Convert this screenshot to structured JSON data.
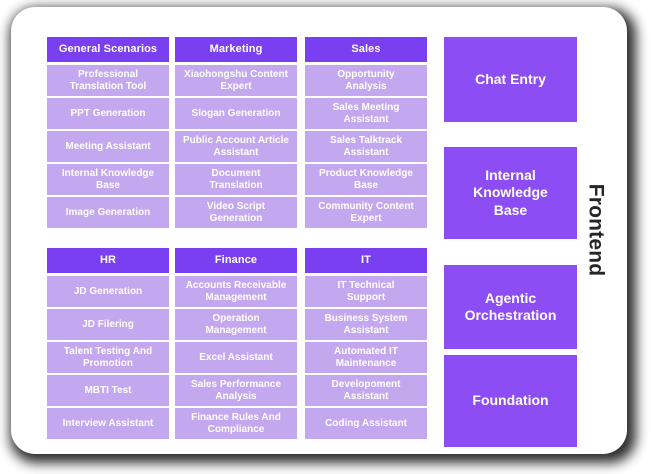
{
  "colors": {
    "header_purple": "#7B3FF2",
    "item_purple": "#C3A8F0",
    "layer_purple": "#8C4DF5",
    "card_background": "#FFFFFF",
    "label_text": "#262626"
  },
  "side_label": {
    "text": "Frontend"
  },
  "categories": [
    {
      "title": "General Scenarios",
      "items": [
        "Professional\nTranslation Tool",
        "PPT Generation",
        "Meeting Assistant",
        "Internal Knowledge\nBase",
        "Image Generation"
      ]
    },
    {
      "title": "Marketing",
      "items": [
        "Xiaohongshu Content\nExpert",
        "Slogan Generation",
        "Public Account Article\nAssistant",
        "Document\nTranslation",
        "Video Script\nGeneration"
      ]
    },
    {
      "title": "Sales",
      "items": [
        "Opportunity\nAnalysis",
        "Sales Meeting\nAssistant",
        "Sales Talktrack\nAssistant",
        "Product Knowledge\nBase",
        "Community Content\nExpert"
      ]
    },
    {
      "title": "HR",
      "items": [
        "JD Generation",
        "JD Filering",
        "Talent Testing And\nPromotion",
        "MBTI Test",
        "Interview Assistant"
      ]
    },
    {
      "title": "Finance",
      "items": [
        "Accounts Receivable\nManagement",
        "Operation\nManagement",
        "Excel Assistant",
        "Sales Performance\nAnalysis",
        "Finance Rules And\nCompliance"
      ]
    },
    {
      "title": "IT",
      "items": [
        "IT Technical\nSupport",
        "Business System\nAssistant",
        "Automated IT\nMaintenance",
        "Developoment\nAssistant",
        "Coding Assistant"
      ]
    }
  ],
  "layers": [
    {
      "label": "Chat Entry"
    },
    {
      "label": "Internal\nKnowledge\nBase"
    },
    {
      "label": "Agentic\nOrchestration"
    },
    {
      "label": "Foundation"
    }
  ]
}
